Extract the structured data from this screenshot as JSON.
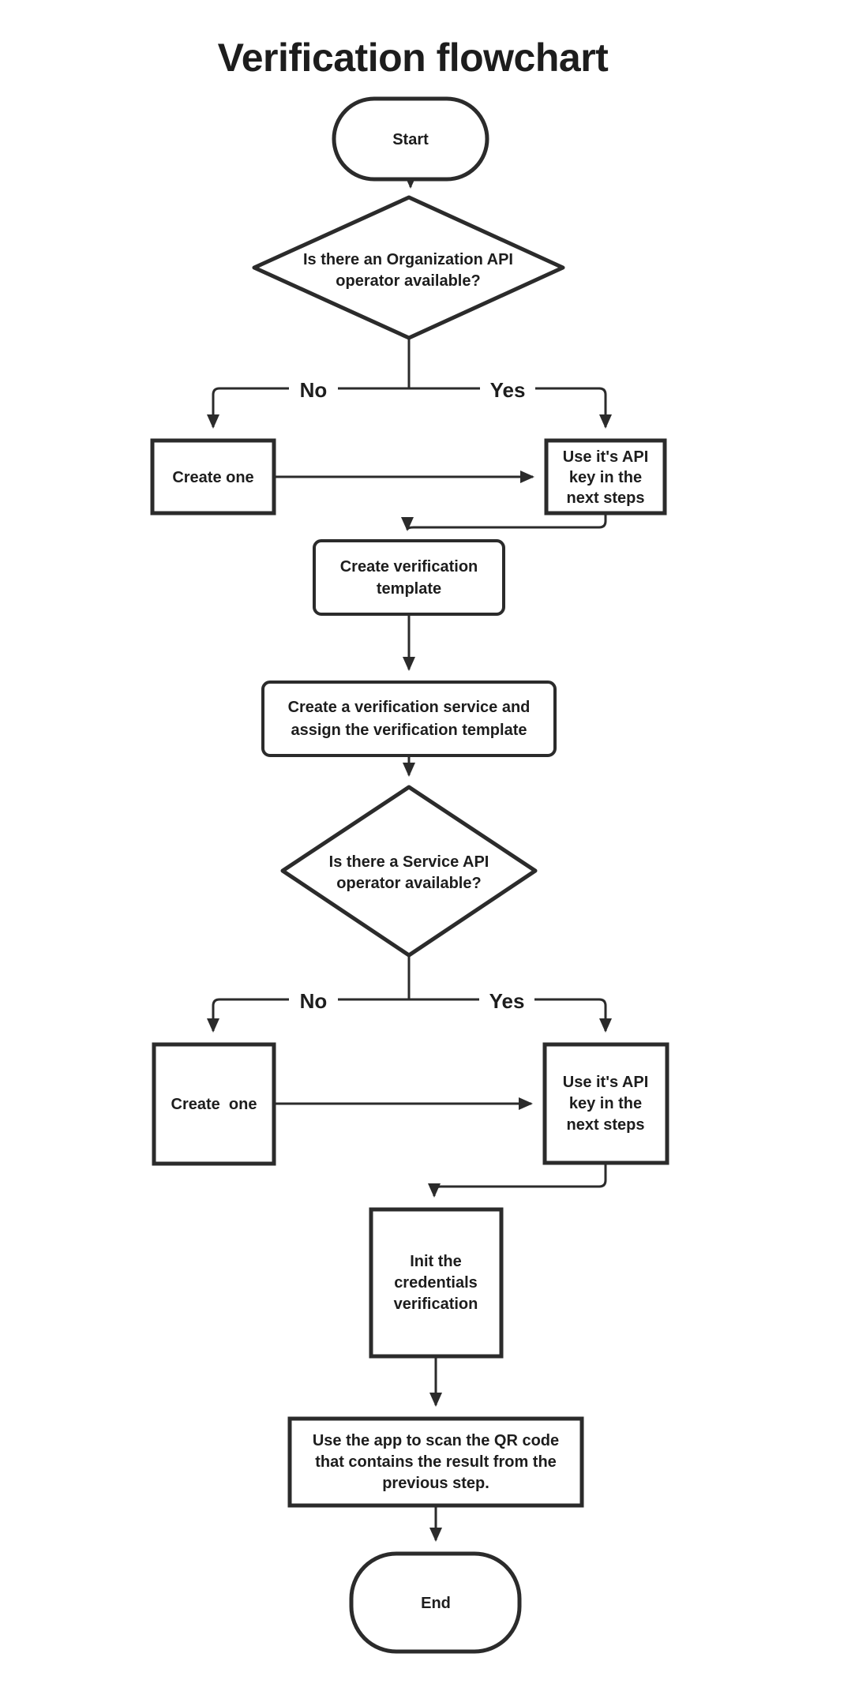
{
  "title": "Verification flowchart",
  "colors": {
    "stroke": "#2b2b2b",
    "text": "#1d1d1d",
    "background": "#ffffff"
  },
  "nodes": {
    "start": {
      "type": "terminator",
      "label": "Start"
    },
    "decision_org": {
      "type": "decision",
      "lines": [
        "Is there an Organization API",
        "operator available?"
      ]
    },
    "create_one_org": {
      "type": "process",
      "label": "Create one"
    },
    "use_api_key_org": {
      "type": "process",
      "lines": [
        "Use it's API",
        "key in the",
        "next steps"
      ]
    },
    "create_template": {
      "type": "process",
      "lines": [
        "Create verification",
        "template"
      ]
    },
    "create_service": {
      "type": "process",
      "lines": [
        "Create a verification service and",
        "assign the verification template"
      ]
    },
    "decision_service": {
      "type": "decision",
      "lines": [
        "Is there a Service API",
        "operator available?"
      ]
    },
    "create_one_service": {
      "type": "process",
      "label": "Create  one"
    },
    "use_api_key_service": {
      "type": "process",
      "lines": [
        "Use it's API",
        "key in the",
        "next steps"
      ]
    },
    "init_verification": {
      "type": "process",
      "lines": [
        "Init the",
        "credentials",
        "verification"
      ]
    },
    "scan_qr": {
      "type": "process",
      "lines": [
        "Use the app to scan the QR code",
        "that contains the result from the",
        "previous step."
      ]
    },
    "end": {
      "type": "terminator",
      "label": "End"
    }
  },
  "edge_labels": {
    "decision_org_no": "No",
    "decision_org_yes": "Yes",
    "decision_service_no": "No",
    "decision_service_yes": "Yes"
  }
}
